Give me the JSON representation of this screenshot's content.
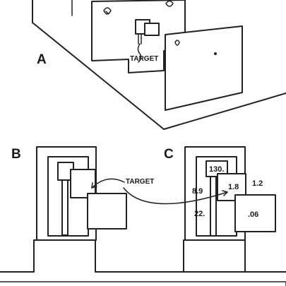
{
  "panels": {
    "a": {
      "letter": "A",
      "target_label": "TARGET"
    },
    "b": {
      "letter": "B"
    },
    "c": {
      "letter": "C",
      "luminance_values": {
        "top_patch": "130.",
        "left_small": "8.9",
        "right_small": "1.8",
        "background": "1.2",
        "pole": "22.",
        "large_square": ".06"
      }
    },
    "bc_target_label": "TARGET"
  },
  "colors": {
    "ink": "#222222",
    "paper": "#ffffff"
  }
}
